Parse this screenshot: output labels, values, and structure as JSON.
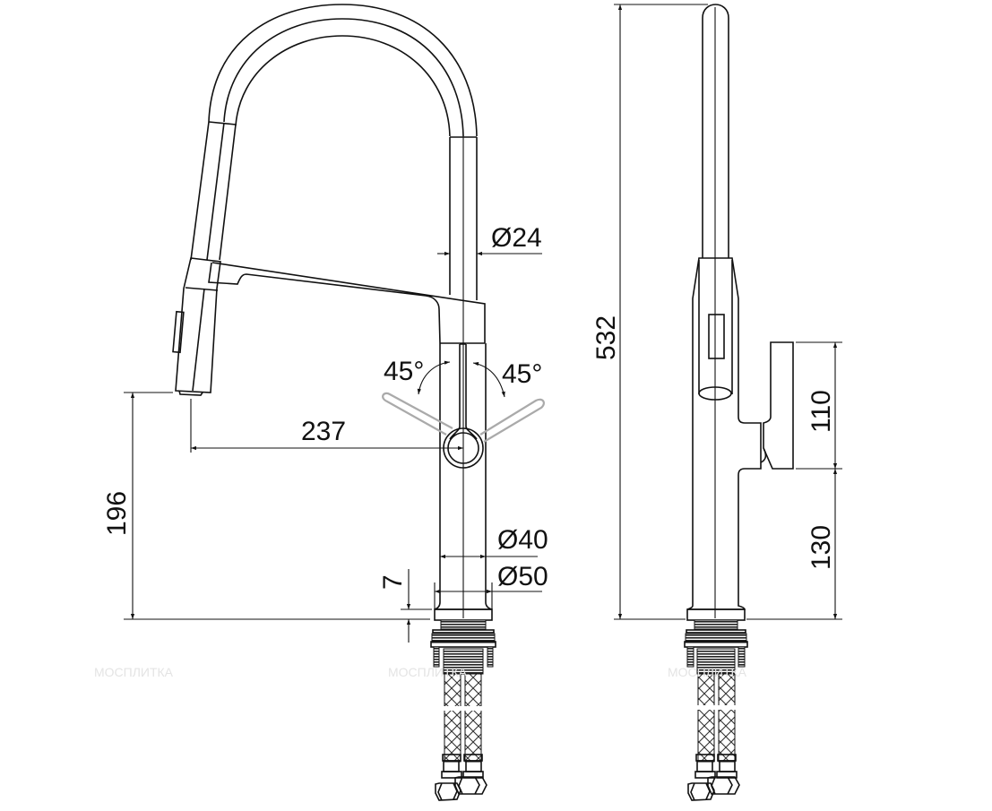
{
  "drawing": {
    "front_view": {
      "spout_diameter": "Ø24",
      "lever_angle_left": "45°",
      "lever_angle_right": "45°",
      "spout_reach": "237",
      "spout_height": "196",
      "base_thickness": "7",
      "body_diameter": "Ø40",
      "base_diameter": "Ø50"
    },
    "side_view": {
      "total_height": "532",
      "handle_height": "110",
      "handle_elevation": "130"
    },
    "watermark": [
      "МОСПЛИТКА",
      "МОСПЛИТКА",
      "МОСПЛИТКА"
    ]
  }
}
